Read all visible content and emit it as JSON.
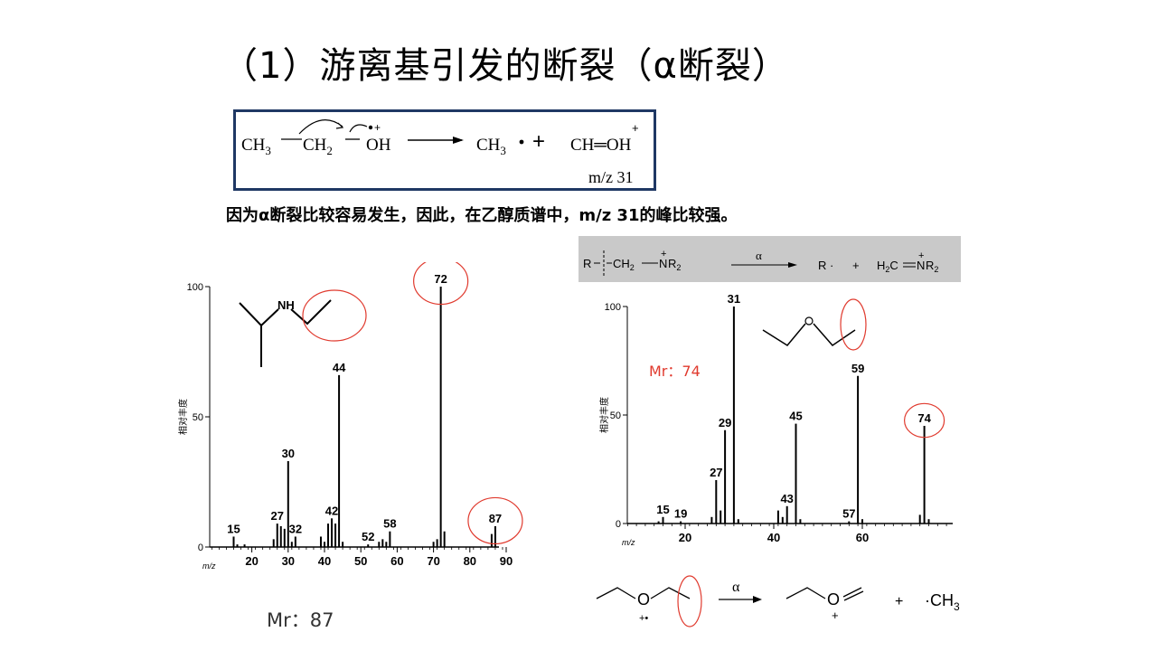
{
  "title": "（1）游离基引发的断裂（α断裂）",
  "equation": {
    "lhs_ch3": "CH",
    "lhs_ch3_sub": "3",
    "lhs_ch2": "CH",
    "lhs_ch2_sub": "2",
    "lhs_oh": "OH",
    "rhs_ch3": "CH",
    "rhs_ch3_sub": "3",
    "plus": "+",
    "rhs_ion": "CH═OH",
    "charge": "+",
    "mz": "m/z 31"
  },
  "note": "因为α断裂比较容易发生，因此，在乙醇质谱中，m/z 31的峰比较强。",
  "amine_reaction": {
    "r": "R",
    "ch2": "CH",
    "ch2_sub": "2",
    "n_left": "N",
    "r2_left": "R",
    "r2_sub": "2",
    "alpha": "α",
    "r_dot": "R ·",
    "plus": "+",
    "h2c": "H",
    "h2c_sub": "2",
    "c_eq": "C",
    "n_right": "N",
    "r2_right": "R",
    "plus_charge": "+"
  },
  "amine_mol_label": "NH",
  "ether_scheme": {
    "alpha": "α",
    "plus": "+",
    "ch3": "·CH",
    "ch3_sub": "3",
    "charge_plus": "+",
    "radical": "+•"
  },
  "chart_data": [
    {
      "type": "bar",
      "ylabel": "相对丰度",
      "xlabel": "m/z",
      "xlim": [
        0,
        90
      ],
      "ylim": [
        0,
        100
      ],
      "xticks": [
        20,
        30,
        40,
        50,
        60,
        70,
        80,
        90
      ],
      "yticks": [
        0,
        50,
        100
      ],
      "values": [
        {
          "x": 15,
          "y": 4,
          "label": "15"
        },
        {
          "x": 16,
          "y": 1
        },
        {
          "x": 18,
          "y": 1
        },
        {
          "x": 26,
          "y": 3
        },
        {
          "x": 27,
          "y": 9,
          "label": "27"
        },
        {
          "x": 28,
          "y": 8
        },
        {
          "x": 29,
          "y": 7
        },
        {
          "x": 30,
          "y": 33,
          "label": "30"
        },
        {
          "x": 31,
          "y": 2
        },
        {
          "x": 32,
          "y": 4,
          "label": "32"
        },
        {
          "x": 39,
          "y": 4
        },
        {
          "x": 40,
          "y": 2
        },
        {
          "x": 41,
          "y": 9
        },
        {
          "x": 42,
          "y": 11,
          "label": "42"
        },
        {
          "x": 43,
          "y": 9
        },
        {
          "x": 44,
          "y": 66,
          "label": "44"
        },
        {
          "x": 45,
          "y": 2
        },
        {
          "x": 52,
          "y": 1,
          "label": "52"
        },
        {
          "x": 55,
          "y": 2
        },
        {
          "x": 56,
          "y": 3
        },
        {
          "x": 57,
          "y": 2
        },
        {
          "x": 58,
          "y": 6,
          "label": "58"
        },
        {
          "x": 70,
          "y": 2
        },
        {
          "x": 71,
          "y": 3
        },
        {
          "x": 72,
          "y": 100,
          "label": "72"
        },
        {
          "x": 73,
          "y": 6
        },
        {
          "x": 86,
          "y": 5
        },
        {
          "x": 87,
          "y": 8,
          "label": "87"
        }
      ],
      "circled": [
        72,
        87
      ]
    },
    {
      "type": "bar",
      "ylabel": "相对丰度",
      "xlabel": "m/z",
      "xlim": [
        0,
        80
      ],
      "ylim": [
        0,
        100
      ],
      "xticks": [
        20,
        40,
        60
      ],
      "yticks": [
        0,
        50,
        100
      ],
      "mr": "Mr：74",
      "values": [
        {
          "x": 14,
          "y": 1
        },
        {
          "x": 15,
          "y": 3,
          "label": "15"
        },
        {
          "x": 19,
          "y": 1,
          "label": "19"
        },
        {
          "x": 26,
          "y": 3
        },
        {
          "x": 27,
          "y": 20,
          "label": "27"
        },
        {
          "x": 28,
          "y": 6
        },
        {
          "x": 29,
          "y": 43,
          "label": "29"
        },
        {
          "x": 31,
          "y": 100,
          "label": "31"
        },
        {
          "x": 32,
          "y": 2
        },
        {
          "x": 41,
          "y": 6
        },
        {
          "x": 42,
          "y": 3
        },
        {
          "x": 43,
          "y": 8,
          "label": "43"
        },
        {
          "x": 45,
          "y": 46,
          "label": "45"
        },
        {
          "x": 46,
          "y": 2
        },
        {
          "x": 57,
          "y": 1,
          "label": "57"
        },
        {
          "x": 59,
          "y": 68,
          "label": "59"
        },
        {
          "x": 60,
          "y": 2
        },
        {
          "x": 73,
          "y": 4
        },
        {
          "x": 74,
          "y": 45,
          "label": "74"
        },
        {
          "x": 75,
          "y": 2
        }
      ],
      "circled": [
        74
      ]
    }
  ],
  "mr_amine": "Mr：87",
  "colors": {
    "box_border": "#1f3864",
    "highlight": "#e03a2e",
    "gray_box": "#c9c9c9"
  }
}
